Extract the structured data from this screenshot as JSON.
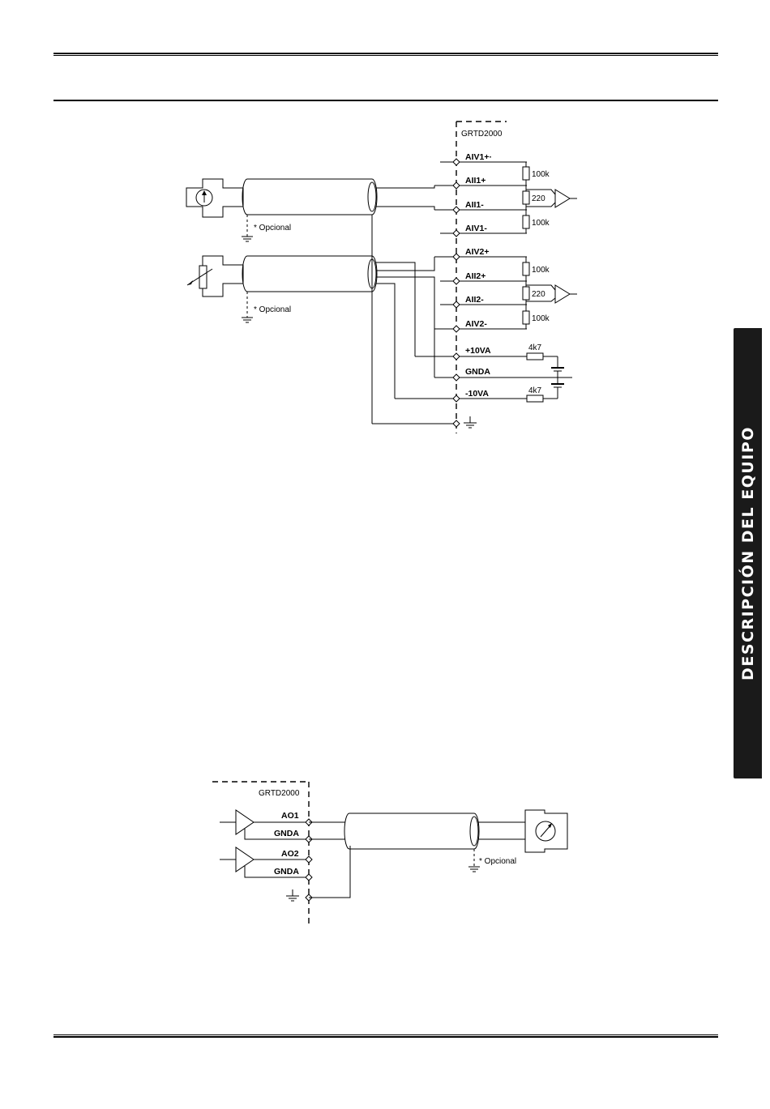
{
  "sidebar": {
    "title": "DESCRIPCIÓN DEL EQUIPO"
  },
  "diagram1": {
    "device": "GRTD2000",
    "terminals": {
      "aiv1p": "AIV1+·",
      "aii1p": "AII1+",
      "aii1m": "AII1-",
      "aiv1m": "AIV1-",
      "aiv2p": "AIV2+",
      "aii2p": "AII2+",
      "aii2m": "AII2-",
      "aiv2m": "AIV2-",
      "p10va": "+10VA",
      "gnda": "GNDA",
      "m10va": "-10VA"
    },
    "components": {
      "r100k": "100k",
      "r220": "220",
      "r4k7": "4k7"
    },
    "optional": "* Opcional"
  },
  "diagram2": {
    "device": "GRTD2000",
    "terminals": {
      "ao1": "AO1",
      "gnda1": "GNDA",
      "ao2": "AO2",
      "gnda2": "GNDA"
    },
    "optional": "* Opcional"
  }
}
